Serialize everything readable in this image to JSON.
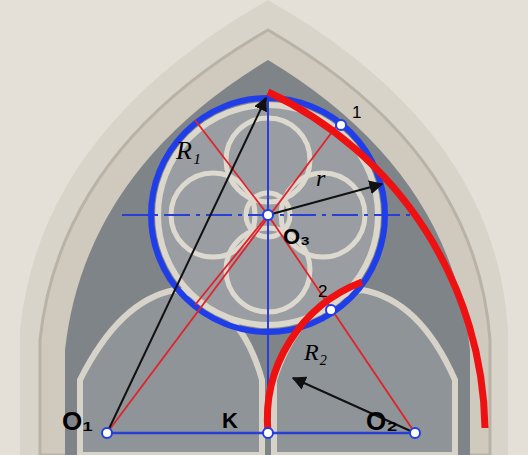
{
  "diagram": {
    "labels": [
      "R₁",
      "r",
      "O₃",
      "1",
      "2",
      "O₁",
      "K",
      "R₂",
      "O₂"
    ]
  }
}
